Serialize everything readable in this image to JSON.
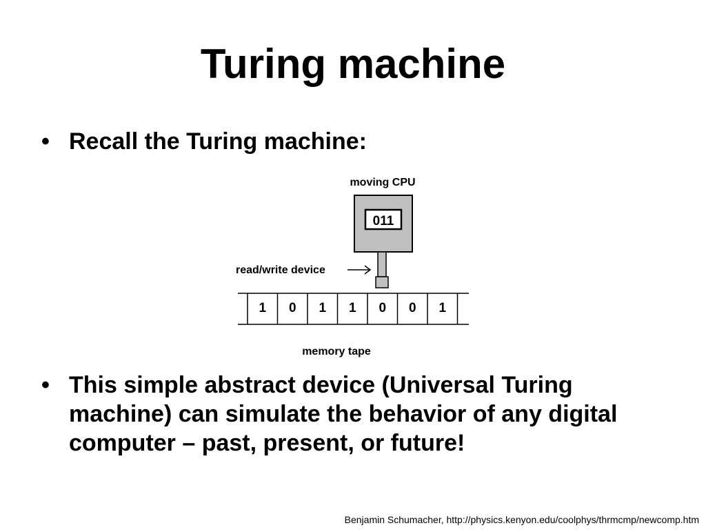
{
  "slide": {
    "title": "Turing machine",
    "bullets": [
      {
        "marker": "•",
        "text": "Recall the Turing machine:"
      },
      {
        "marker": "•",
        "text": "This simple abstract device (Universal Turing machine) can simulate the behavior of any digital computer – past, present, or future!"
      }
    ],
    "footer": "Benjamin Schumacher, http://physics.kenyon.edu/coolphys/thrmcmp/newcomp.htm"
  },
  "diagram": {
    "cpu_label": "moving CPU",
    "state_value": "011",
    "head_label": "read/write device",
    "tape_cells": [
      "1",
      "0",
      "1",
      "1",
      "0",
      "0",
      "1"
    ],
    "tape_label": "memory tape",
    "colors": {
      "cpu_fill": "#c0c0c0",
      "outline": "#000000"
    }
  }
}
